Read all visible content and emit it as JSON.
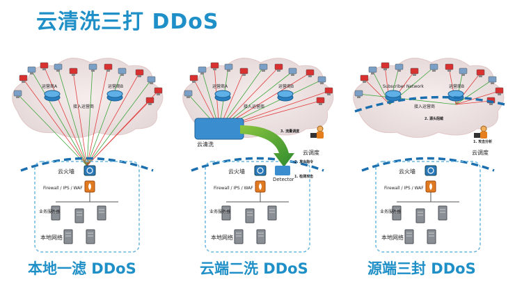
{
  "title": "云清洗三打 DDoS",
  "panels": [
    {
      "caption": "本地一滤 DDoS",
      "cloud_labels": [
        "运营商A",
        "运营商B",
        "接入运营商"
      ],
      "local_labels": {
        "firewall": "云火墙",
        "waf": "Firewall / IPS / WAF",
        "servers": "业务服务器",
        "network": "本地网络"
      }
    },
    {
      "caption": "云端二洗 DDoS",
      "cloud_labels": [
        "运营商A",
        "运营商B",
        "接入运营商",
        "云清洗"
      ],
      "scheduler": "云调度",
      "steps": [
        "1. 检测攻击",
        "2. 发出指令",
        "3. 流量调度"
      ],
      "detector": "Detector",
      "local_labels": {
        "firewall": "云火墙",
        "waf": "Firewall / IPS / WAF",
        "servers": "业务服务器",
        "network": "本地网络"
      }
    },
    {
      "caption": "源端三封 DDoS",
      "cloud_labels": [
        "Subscriber Network",
        "运营商B",
        "接入运营商"
      ],
      "scheduler": "云调度",
      "steps": [
        "1. 攻击分析",
        "2. 源头阻截"
      ],
      "local_labels": {
        "firewall": "云火墙",
        "waf": "Firewall / IPS / WAF",
        "servers": "业务服务器",
        "network": "本地网络"
      }
    }
  ],
  "colors": {
    "accent": "#1f8fc7",
    "dash": "#1c6fae",
    "attack": "#e23b3b",
    "normal": "#3aa53a"
  }
}
